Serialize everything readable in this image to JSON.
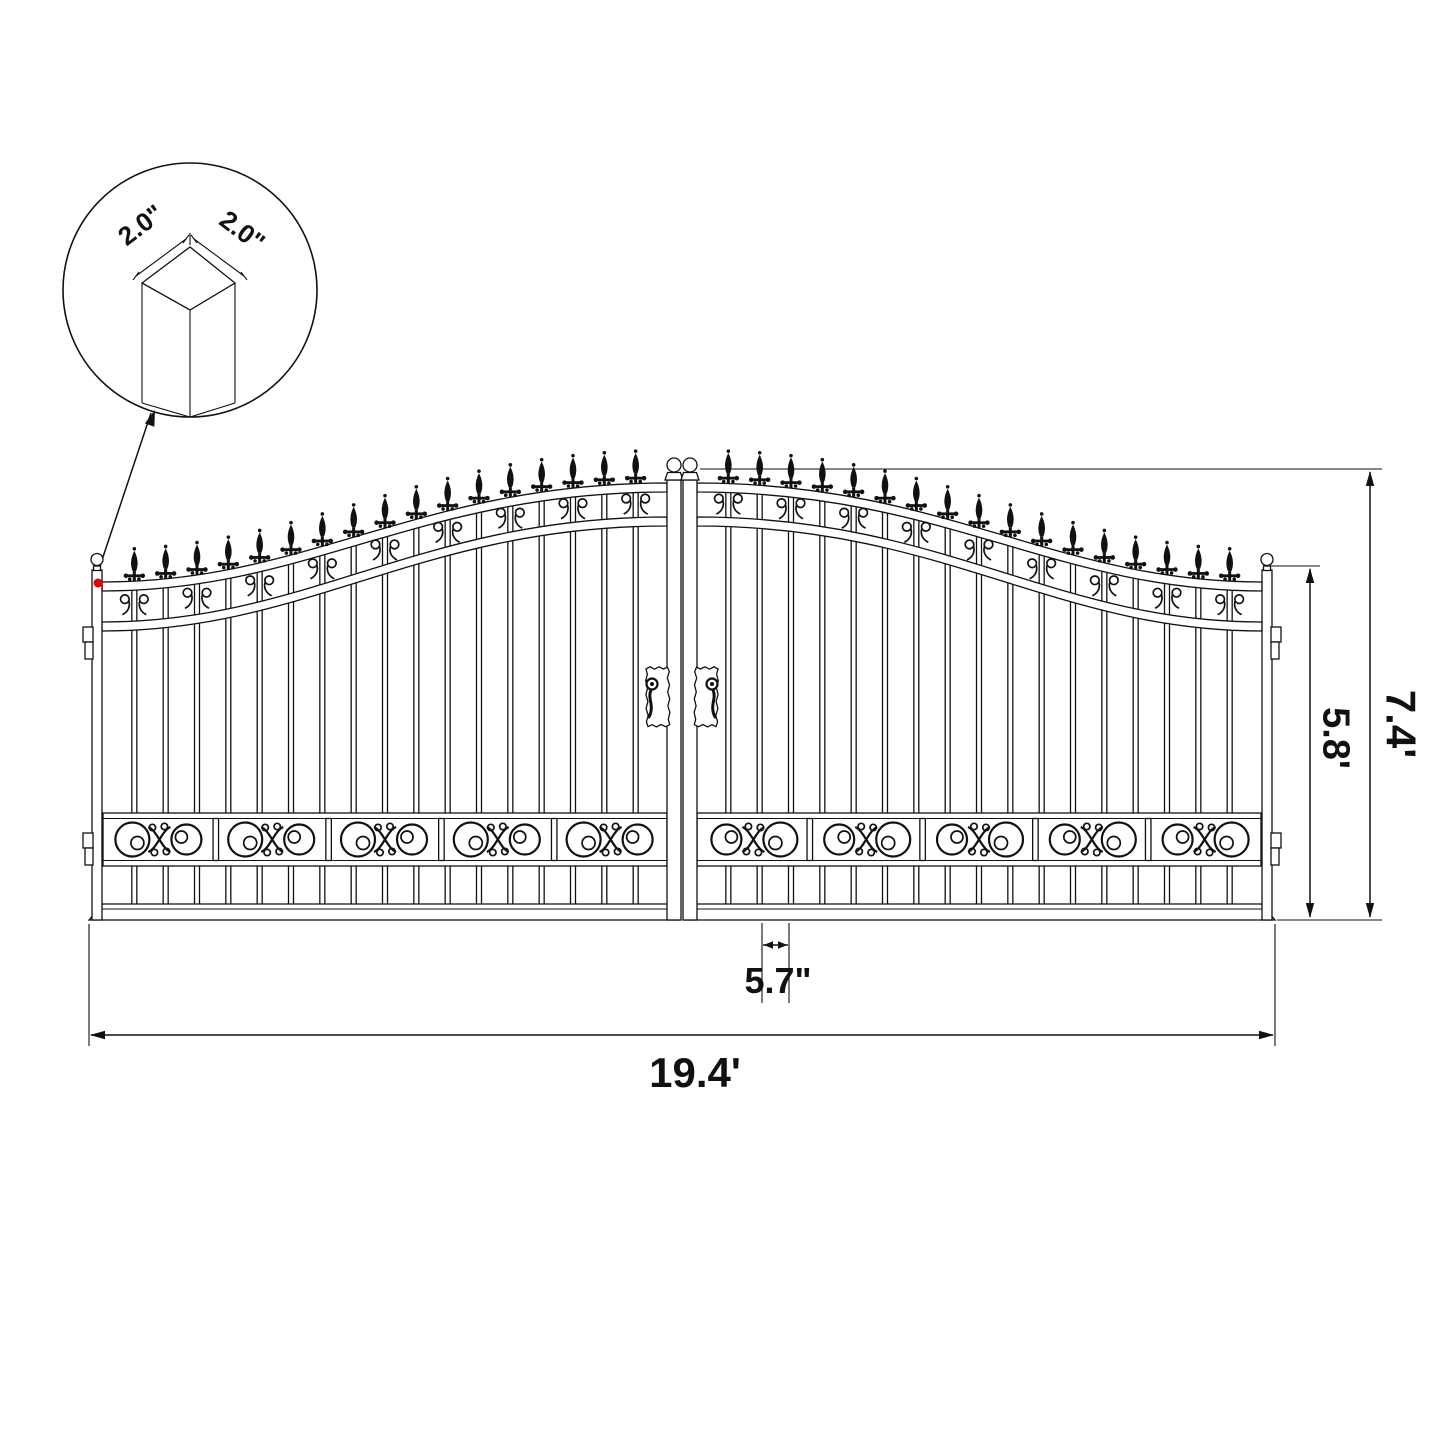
{
  "detail_callout": {
    "side_a": "2.0\"",
    "side_b": "2.0\""
  },
  "dimensions": {
    "overall_width": "19.4'",
    "overall_height": "7.4'",
    "leaf_height": "5.8'",
    "picket_gap": "5.7\""
  },
  "colors": {
    "line": "#111111",
    "marker": "#e60000",
    "background": "#ffffff"
  },
  "drawing": {
    "subject": "dual swing ornamental iron driveway gate, front elevation",
    "leaves": 2,
    "pickets_per_leaf": 17,
    "scroll_panels_per_leaf": 5
  }
}
